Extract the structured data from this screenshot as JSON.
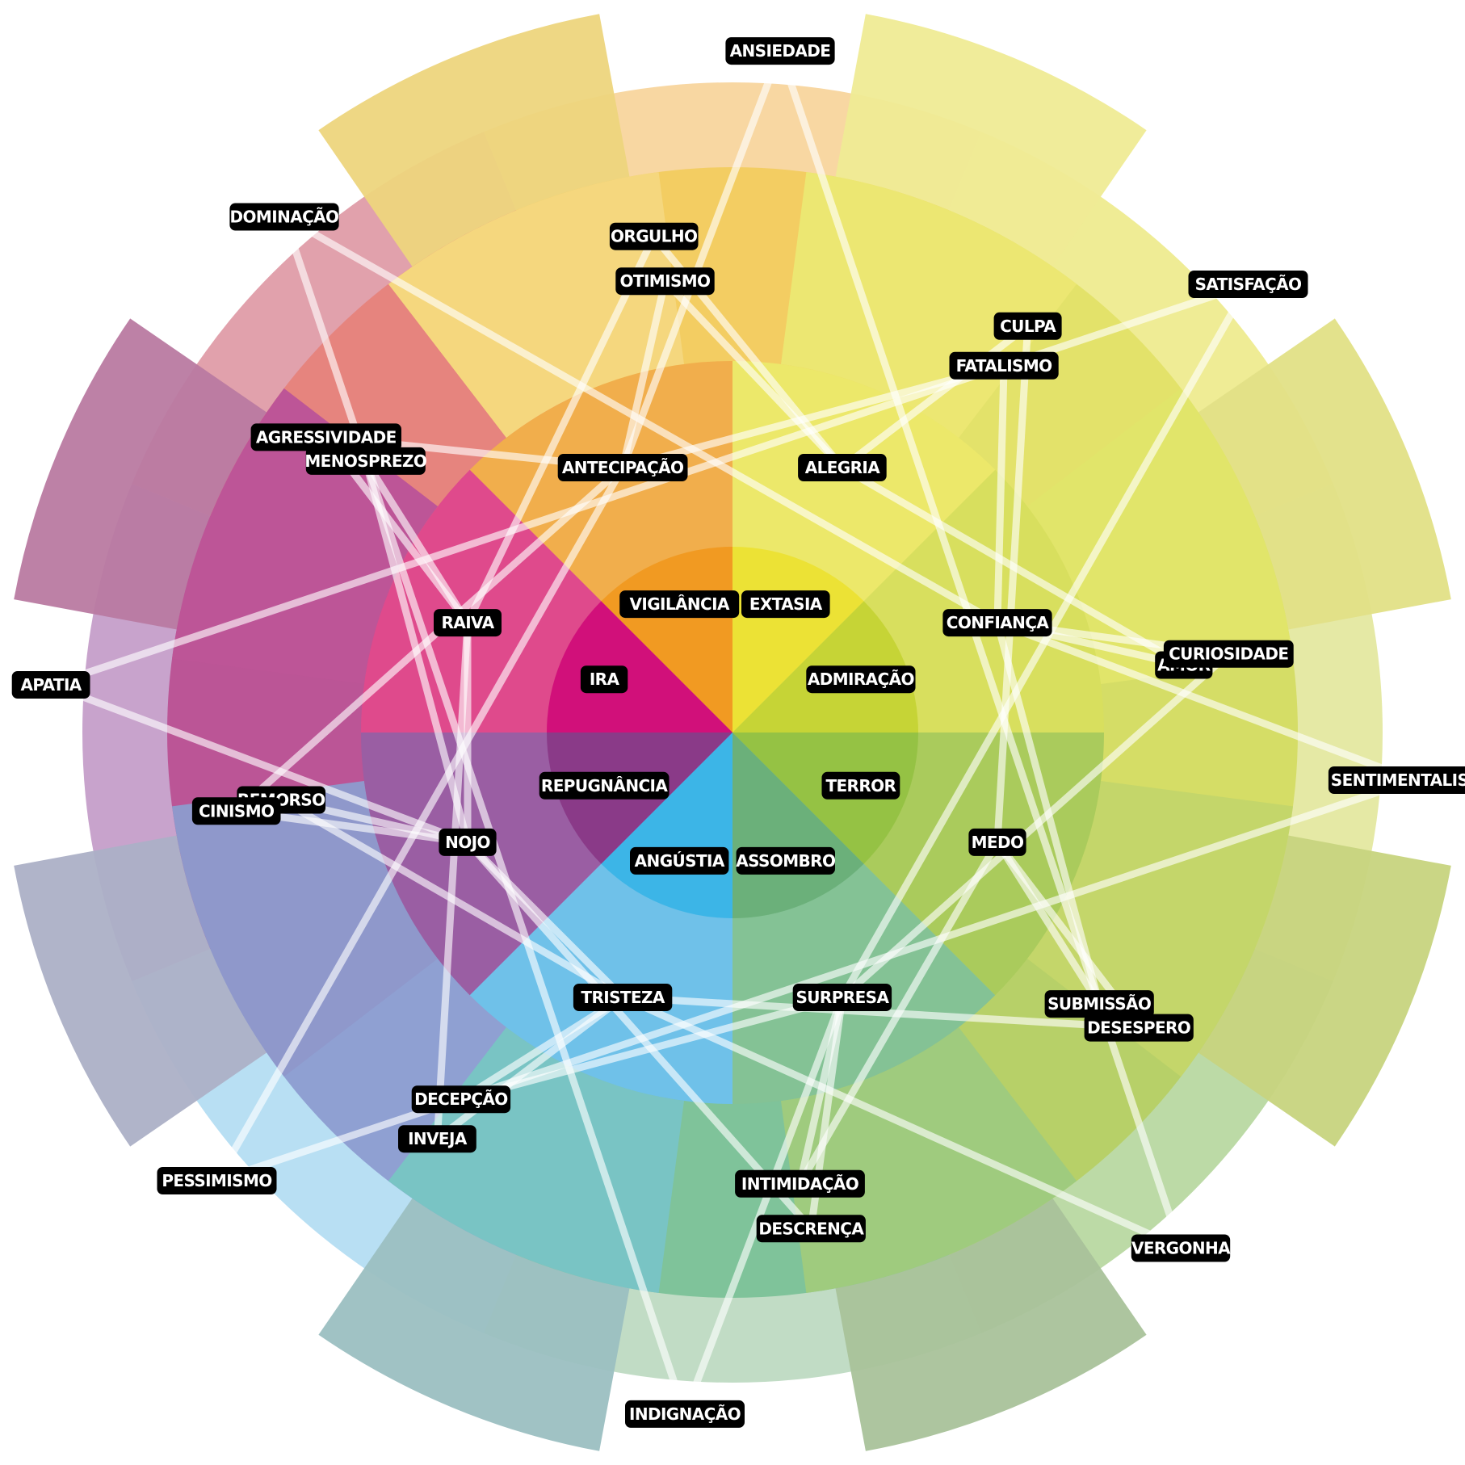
{
  "petals": [
    {
      "outer_color": "#edd57d",
      "middle_color": "#f5d77e",
      "inner_color": "#f1ae4c",
      "core_color": "#f19a22",
      "core_label": "VIGILÂNCIA",
      "inner_label": "ANTECIPAÇÃO",
      "middle_label": "OTIMISMO",
      "outer_label": "DOMINAÇÃO"
    },
    {
      "outer_color": "#efeb95",
      "middle_color": "#ece772",
      "inner_color": "#ece86a",
      "core_color": "#ece235",
      "core_label": "EXTASIA",
      "inner_label": "ALEGRIA",
      "middle_label": "FATALISMO",
      "outer_label": "ANSIEDADE"
    },
    {
      "outer_color": "#e2e086",
      "middle_color": "#e1e56a",
      "inner_color": "#d8df5e",
      "core_color": "#c6d436",
      "core_label": "ADMIRAÇÃO",
      "inner_label": "CONFIANÇA",
      "middle_label": "AMOR",
      "outer_label": "SATISFAÇÃO"
    },
    {
      "outer_color": "#c7d47e",
      "middle_color": "#c4d66a",
      "inner_color": "#aacb5c",
      "core_color": "#95c244",
      "core_label": "TERROR",
      "inner_label": "MEDO",
      "middle_label": "SUBMISSÃO",
      "outer_label": "SENTIMENTALISMO"
    },
    {
      "outer_color": "#a9c29a",
      "middle_color": "#9fcb7e",
      "inner_color": "#84c295",
      "core_color": "#6bb07a",
      "core_label": "ASSOMBRO",
      "inner_label": "SURPRESA",
      "middle_label": "INTIMIDAÇÃO",
      "outer_label": "VERGONHA"
    },
    {
      "outer_color": "#9bbfc1",
      "middle_color": "#79c4c4",
      "inner_color": "#6fc1e9",
      "core_color": "#3cb5e7",
      "core_label": "ANGÚSTIA",
      "inner_label": "TRISTEZA",
      "middle_label": "DECEPÇÃO",
      "outer_label": "INDIGNAÇÃO"
    },
    {
      "outer_color": "#acb0c6",
      "middle_color": "#8f98cb",
      "inner_color": "#9a5ea3",
      "core_color": "#8a3a88",
      "core_label": "REPUGNÂNCIA",
      "inner_label": "NOJO",
      "middle_label": "REMORSO",
      "outer_label": "PESSIMISMO"
    },
    {
      "outer_color": "#b97aa1",
      "middle_color": "#bd5597",
      "inner_color": "#df4a8c",
      "core_color": "#d1107a",
      "core_label": "IRA",
      "inner_label": "RAIVA",
      "middle_label": "MENOSPREZO",
      "outer_label": "APATIA"
    }
  ],
  "ring_colors": {
    "outer": [
      "#f8d7a2",
      "#efec95",
      "#e5e9a5",
      "#bcdaa6",
      "#c1dcc5",
      "#b8dff3",
      "#c8a3cc",
      "#e1a1ac"
    ],
    "middle": [
      "#f3cd62",
      "#e3e26a",
      "#d5dd66",
      "#b7d068",
      "#7fc39a",
      "#8fa0d2",
      "#bb5596",
      "#e6847e"
    ]
  },
  "ring_labels": {
    "middle_gap": [
      "ORGULHO",
      "CULPA",
      "CURIOSIDADE",
      "DESESPERO",
      "DESCRENÇA",
      "INVEJA",
      "CINISMO",
      "AGRESSIVIDADE"
    ]
  },
  "links": [
    [
      "DOMINAÇÃO",
      "CONFIANÇA"
    ],
    [
      "DOMINAÇÃO",
      "INDIGNAÇÃO"
    ],
    [
      "ANSIEDADE",
      "ANTECIPAÇÃO"
    ],
    [
      "ANSIEDADE",
      "VERGONHA"
    ],
    [
      "FATALISMO",
      "ANTECIPAÇÃO"
    ],
    [
      "FATALISMO",
      "CONFIANÇA"
    ],
    [
      "OTIMISMO",
      "ALEGRIA"
    ],
    [
      "OTIMISMO",
      "ANTECIPAÇÃO"
    ],
    [
      "AMOR",
      "ALEGRIA"
    ],
    [
      "AMOR",
      "CONFIANÇA"
    ],
    [
      "ORGULHO",
      "ALEGRIA"
    ],
    [
      "ORGULHO",
      "RAIVA"
    ],
    [
      "CULPA",
      "ALEGRIA"
    ],
    [
      "CULPA",
      "MEDO"
    ],
    [
      "APATIA",
      "SATISFAÇÃO"
    ],
    [
      "APATIA",
      "NOJO"
    ],
    [
      "SATISFAÇÃO",
      "SURPRESA"
    ],
    [
      "AGRESSIVIDADE",
      "ANTECIPAÇÃO"
    ],
    [
      "AGRESSIVIDADE",
      "RAIVA"
    ],
    [
      "SUBMISSÃO",
      "CONFIANÇA"
    ],
    [
      "SUBMISSÃO",
      "MEDO"
    ],
    [
      "CINISMO",
      "ANTECIPAÇÃO"
    ],
    [
      "CINISMO",
      "NOJO"
    ],
    [
      "CURIOSIDADE",
      "CONFIANÇA"
    ],
    [
      "CURIOSIDADE",
      "SURPRESA"
    ],
    [
      "MENOSPREZO",
      "RAIVA"
    ],
    [
      "MENOSPREZO",
      "NOJO"
    ],
    [
      "INTIMIDAÇÃO",
      "MEDO"
    ],
    [
      "INTIMIDAÇÃO",
      "SURPRESA"
    ],
    [
      "PESSIMISMO",
      "SENTIMENTALISMO"
    ],
    [
      "PESSIMISMO",
      "ANTECIPAÇÃO"
    ],
    [
      "SENTIMENTALISMO",
      "CONFIANÇA"
    ],
    [
      "INVEJA",
      "RAIVA"
    ],
    [
      "INVEJA",
      "TRISTEZA"
    ],
    [
      "DESESPERO",
      "TRISTEZA"
    ],
    [
      "DESESPERO",
      "MEDO"
    ],
    [
      "REMORSO",
      "TRISTEZA"
    ],
    [
      "REMORSO",
      "NOJO"
    ],
    [
      "DECEPÇÃO",
      "TRISTEZA"
    ],
    [
      "DECEPÇÃO",
      "SURPRESA"
    ],
    [
      "DESCRENÇA",
      "NOJO"
    ],
    [
      "DESCRENÇA",
      "SURPRESA"
    ],
    [
      "INDIGNAÇÃO",
      "SURPRESA"
    ],
    [
      "VERGONHA",
      "TRISTEZA"
    ],
    [
      "NOJO",
      "TRISTEZA"
    ],
    [
      "RAIVA",
      "NOJO"
    ]
  ]
}
